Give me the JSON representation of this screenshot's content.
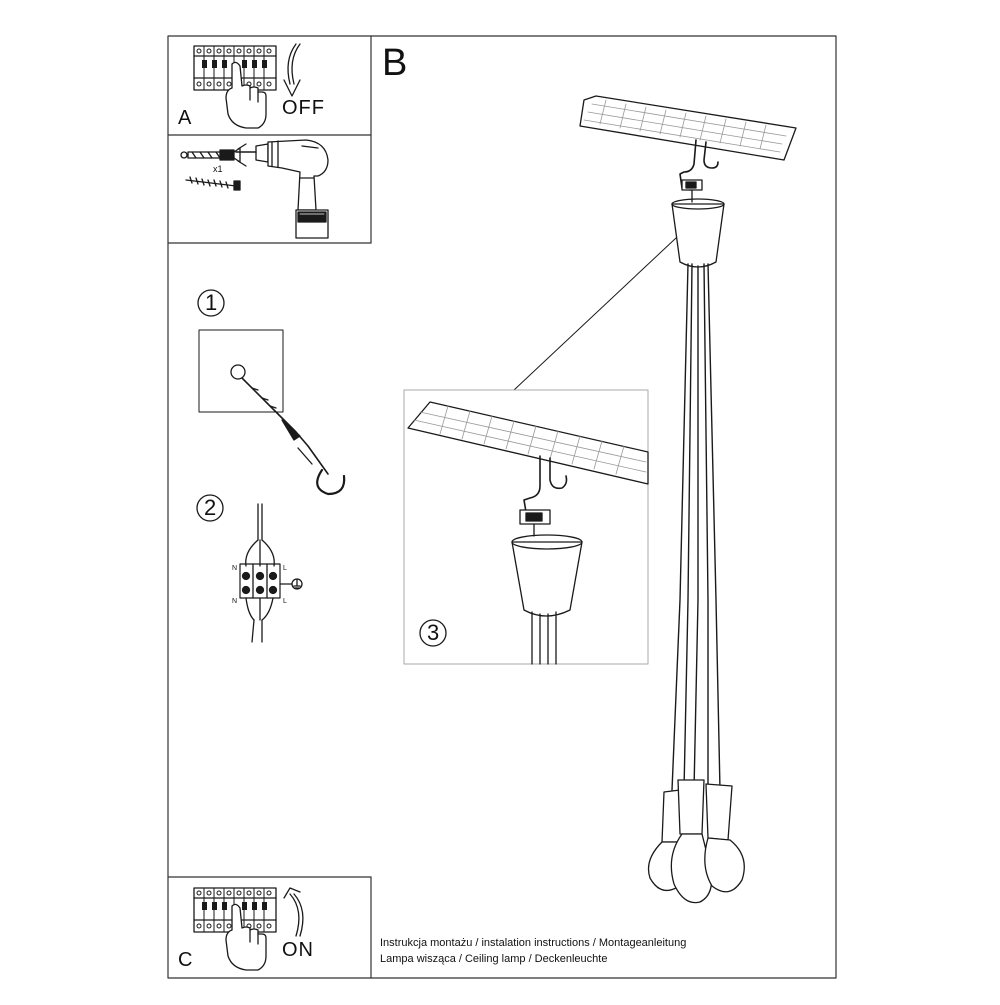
{
  "sections": {
    "a": {
      "letter": "A",
      "switch_label": "OFF"
    },
    "b": {
      "letter": "B"
    },
    "c": {
      "letter": "C",
      "switch_label": "ON"
    }
  },
  "tools": {
    "quantity": "x1"
  },
  "steps": {
    "step1": "1",
    "step2": "2",
    "step3": "3"
  },
  "wiring": {
    "top_left": "N",
    "top_right": "L",
    "bottom_left": "N",
    "bottom_right": "L"
  },
  "footer": {
    "line1": "Instrukcja montażu / instalation instructions / Montageanleitung",
    "line2": "Lampa wisząca / Ceiling lamp  / Deckenleuchte"
  },
  "colors": {
    "line": "#1a1a1a",
    "frame": "#333333",
    "light_line": "#999999"
  }
}
